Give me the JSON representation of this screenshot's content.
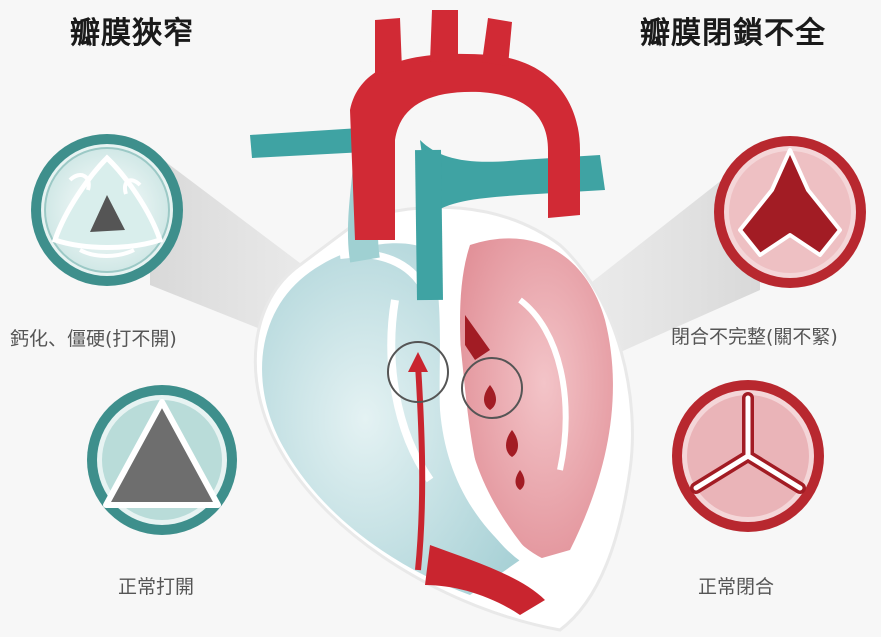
{
  "titles": {
    "left": "瓣膜狹窄",
    "right": "瓣膜閉鎖不全"
  },
  "captions": {
    "calcified": "鈣化、僵硬(打不開)",
    "normal_open": "正常打開",
    "incomplete_closure": "閉合不完整(關不緊)",
    "normal_closed": "正常閉合"
  },
  "colors": {
    "teal_ring": "#3e8f8c",
    "red_ring": "#b8282f",
    "aorta_red": "#d12a35",
    "vessel_teal": "#3fa3a3",
    "left_heart_pink": "#e9a7ad",
    "right_heart_blue": "#cfe7ea",
    "grey_valve": "#6e6e6e"
  }
}
